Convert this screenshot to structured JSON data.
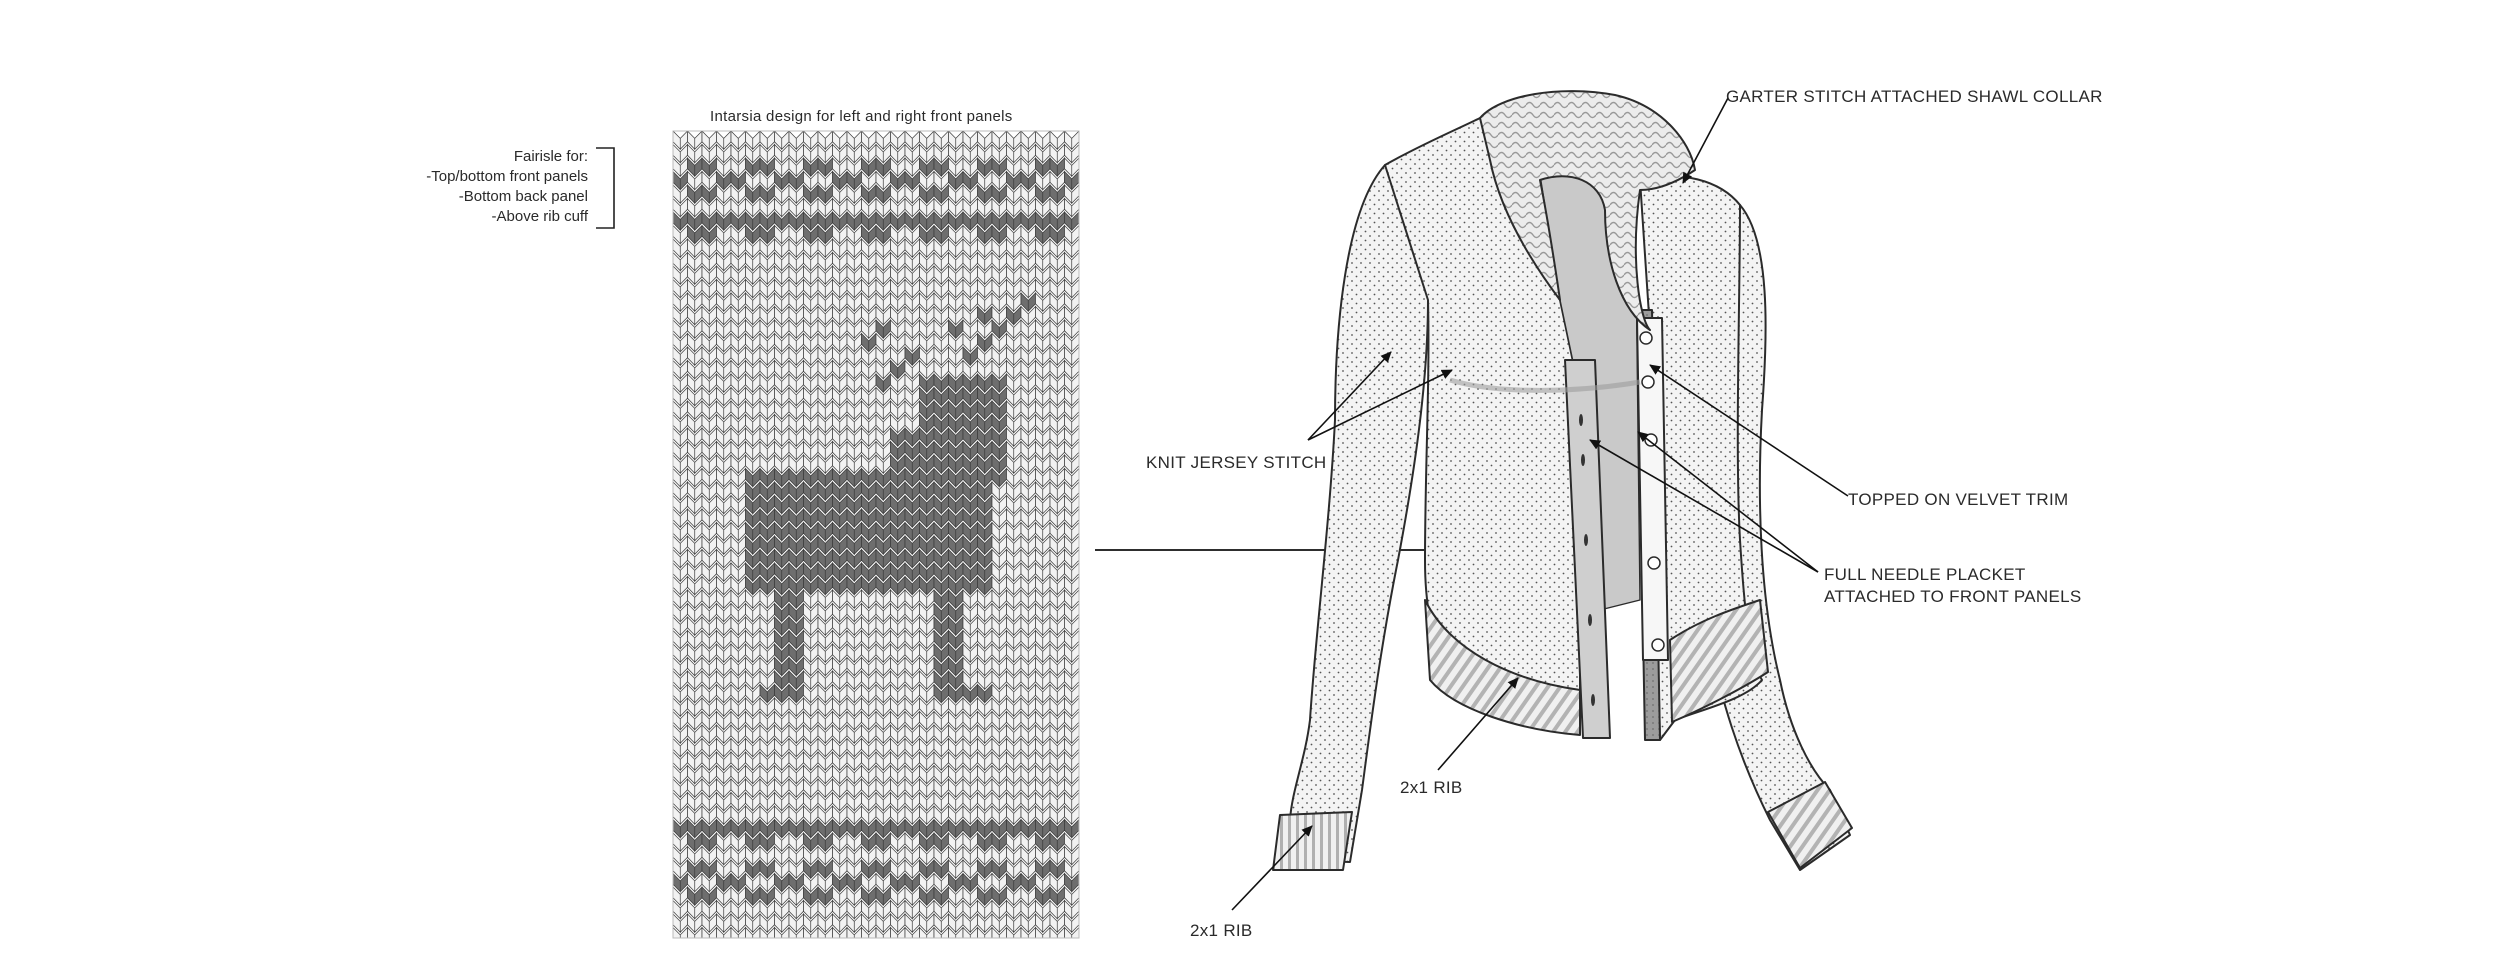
{
  "swatch": {
    "caption": "Intarsia design for left and right front panels",
    "bracket_title": "Fairisle for:",
    "bracket_items": [
      "-Top/bottom front panels",
      "-Bottom back panel",
      "-Above rib cuff"
    ]
  },
  "callouts": {
    "collar": "GARTER STITCH ATTACHED SHAWL COLLAR",
    "jersey": "KNIT JERSEY STITCH",
    "velvet": "TOPPED ON VELVET TRIM",
    "placket_line1": "FULL NEEDLE PLACKET",
    "placket_line2": "ATTACHED TO FRONT PANELS",
    "rib_hem": "2x1 RIB",
    "rib_cuff": "2x1 RIB"
  },
  "colors": {
    "knit_light": "#f2f2f2",
    "knit_dark": "#6e6e6e",
    "outline": "#2b2b2b",
    "shading": "#bdbdbd"
  }
}
